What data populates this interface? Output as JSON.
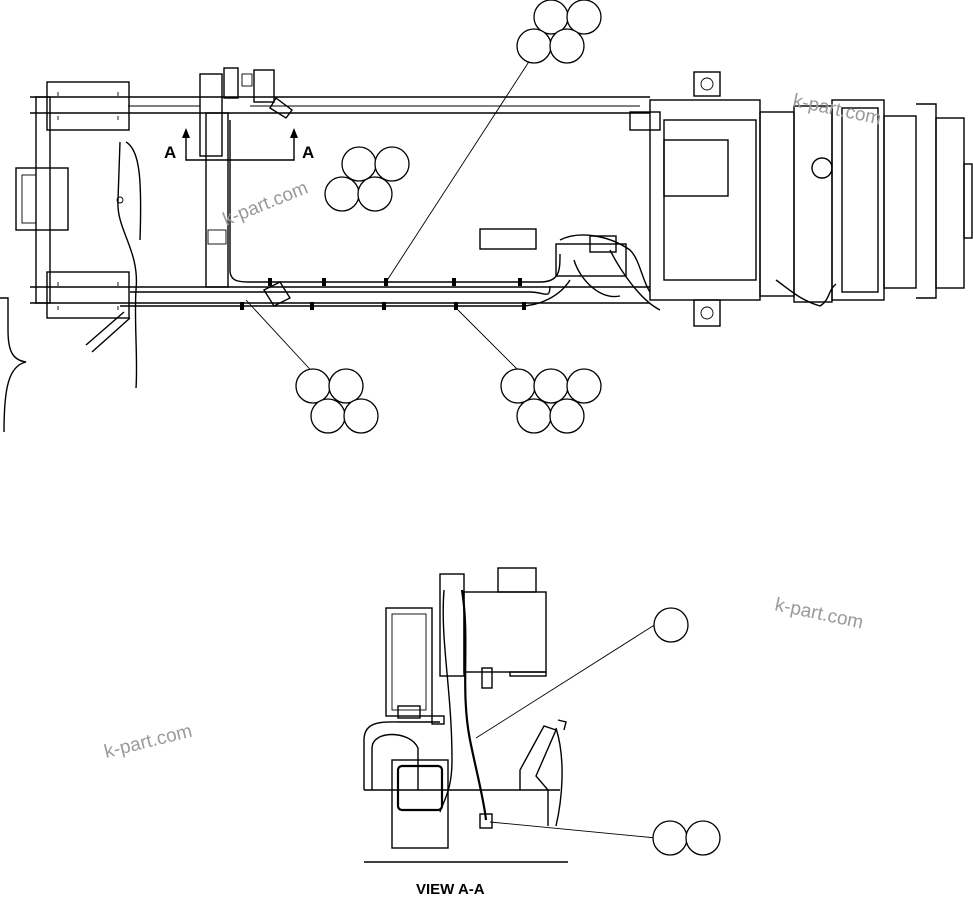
{
  "watermark": "k-part.com",
  "section_marker": "A",
  "view_title": "VIEW A-A"
}
